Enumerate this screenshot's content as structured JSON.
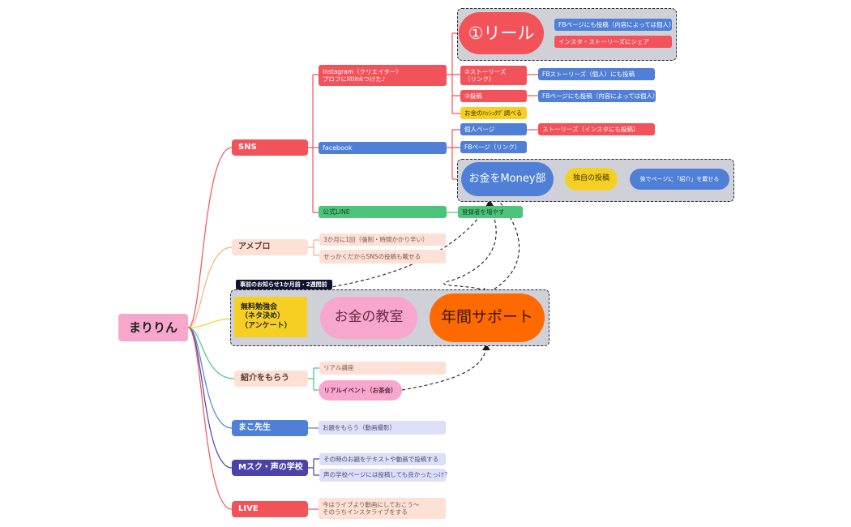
{
  "root": {
    "label": "まりりん"
  },
  "branches": {
    "sns": {
      "label": "SNS"
    },
    "ameblo": {
      "label": "アメブロ"
    },
    "shokai": {
      "label": "紹介をもらう"
    },
    "mako": {
      "label": "まこ先生"
    },
    "msk": {
      "label": "Mスク・声の学校"
    },
    "live": {
      "label": "LIVE"
    }
  },
  "sns": {
    "instagram": "Instagram（クリエイター）\nプロフにlitlinkつけた♪",
    "facebook": "facebook",
    "line": "公式LINE",
    "reel": "①リール",
    "reel_fb": "FBページにも投稿（内容によっては個人）",
    "reel_insta": "インスタ・ストーリーズにシェア",
    "stories": "②ストーリーズ\n（リンク）",
    "stories_fb": "FBストーリーズ（個人）にも投稿",
    "post": "③投稿",
    "post_fb": "FBページにも投稿（内容によっては個人）",
    "hashtag": "お金のﾊｯｼｭﾀｸﾞ調べる",
    "personal": "個人ページ",
    "personal_stories": "ストーリーズ（インスタにも投稿）",
    "fbpage": "FBページ（リンク）",
    "money_club": "お金をMoney部",
    "dokuji": "独自の投稿",
    "nochi": "後でページに「紹介」を載せる",
    "line_friends": "登録者を増やす"
  },
  "ameblo": {
    "items": [
      "3か月に1回（強制・時間かかり辛い）",
      "せっかくだからSNSの投稿も載せる"
    ]
  },
  "seminar": {
    "tag": "事前のお知らせ1か月前・2週間前",
    "free": "無料勉強会\n（ネタ決め）\n（アンケート）",
    "kyoshitsu": "お金の教室",
    "support": "年間サポート"
  },
  "shokai": {
    "real_kouza": "リアル講座",
    "real_event": "リアルイベント（お茶会）"
  },
  "mako": {
    "item": "お題をもらう（動画撮影）"
  },
  "msk": {
    "items": [
      "その時のお題をテキストや動画で投稿する",
      "声の学校ページには投稿しても良かったっけ？"
    ]
  },
  "live": {
    "item": "今はライブより動画にしておこう～\nそのうちインスタライブをする"
  },
  "colors": {
    "red": "#f2525a",
    "blue": "#4f7fd6",
    "green": "#4cc57a",
    "yellow": "#f5d023",
    "orange": "#ff6a00",
    "pink": "#f7a6cc",
    "peach": "#fde0d6",
    "lavender": "#dcdff7",
    "navy": "#4b43ab",
    "group_bg": "#cfd0d8"
  }
}
